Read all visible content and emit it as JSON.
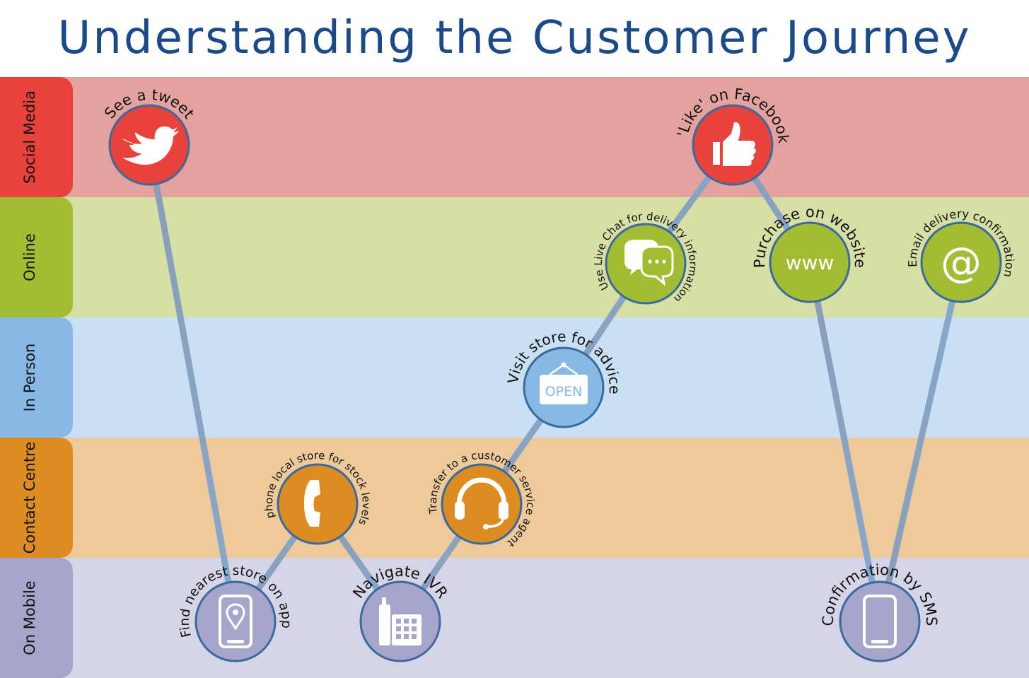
{
  "title": "Understanding the Customer Journey",
  "lanes": [
    {
      "id": "social",
      "label": "Social Media",
      "tab_color": "#e8423a",
      "band_color": "#e3a29d"
    },
    {
      "id": "online",
      "label": "Online",
      "tab_color": "#a3bd33",
      "band_color": "#d6e0a5"
    },
    {
      "id": "inperson",
      "label": "In Person",
      "tab_color": "#88b9e4",
      "band_color": "#c9dff3"
    },
    {
      "id": "contact",
      "label": "Contact Centre",
      "tab_color": "#dc8c20",
      "band_color": "#eec99a"
    },
    {
      "id": "mobile",
      "label": "On Mobile",
      "tab_color": "#a6a6cc",
      "band_color": "#d6d5e7"
    }
  ],
  "steps": [
    {
      "id": "tweet",
      "lane": "social",
      "label": "See a tweet",
      "icon": "twitter-bird-icon",
      "color": "#e8423a"
    },
    {
      "id": "app",
      "lane": "mobile",
      "label": "Find nearest store on app",
      "icon": "mobile-map-pin-icon",
      "color": "#a6a6cc"
    },
    {
      "id": "phone",
      "lane": "contact",
      "label": "phone local store for stock levels",
      "icon": "phone-handset-icon",
      "color": "#dc8c20"
    },
    {
      "id": "ivr",
      "lane": "mobile",
      "label": "Navigate IVR",
      "icon": "desk-phone-icon",
      "color": "#a6a6cc"
    },
    {
      "id": "agent",
      "lane": "contact",
      "label": "Transfer to a customer service agent",
      "icon": "headset-icon",
      "color": "#dc8c20"
    },
    {
      "id": "store",
      "lane": "inperson",
      "label": "Visit store for advice",
      "icon": "open-sign-icon",
      "icon_text": "OPEN",
      "color": "#88b9e4"
    },
    {
      "id": "chat",
      "lane": "online",
      "label": "Use Live Chat for delivery information",
      "icon": "chat-bubbles-icon",
      "color": "#a3bd33"
    },
    {
      "id": "facebook",
      "lane": "social",
      "label": "'Like' on Facebook",
      "icon": "thumbs-up-icon",
      "color": "#e8423a"
    },
    {
      "id": "website",
      "lane": "online",
      "label": "Purchase on website",
      "icon": "www-icon",
      "icon_text": "www",
      "color": "#a3bd33"
    },
    {
      "id": "sms",
      "lane": "mobile",
      "label": "Confirmation by SMS",
      "icon": "mobile-phone-icon",
      "color": "#a6a6cc"
    },
    {
      "id": "email",
      "lane": "online",
      "label": "Email delivery confirmation",
      "icon": "at-sign-icon",
      "icon_text": "@",
      "color": "#a3bd33"
    }
  ],
  "connections": [
    [
      "tweet",
      "app"
    ],
    [
      "app",
      "phone"
    ],
    [
      "phone",
      "ivr"
    ],
    [
      "ivr",
      "agent"
    ],
    [
      "agent",
      "store"
    ],
    [
      "store",
      "chat"
    ],
    [
      "chat",
      "facebook"
    ],
    [
      "facebook",
      "website"
    ],
    [
      "website",
      "sms"
    ],
    [
      "sms",
      "email"
    ]
  ]
}
